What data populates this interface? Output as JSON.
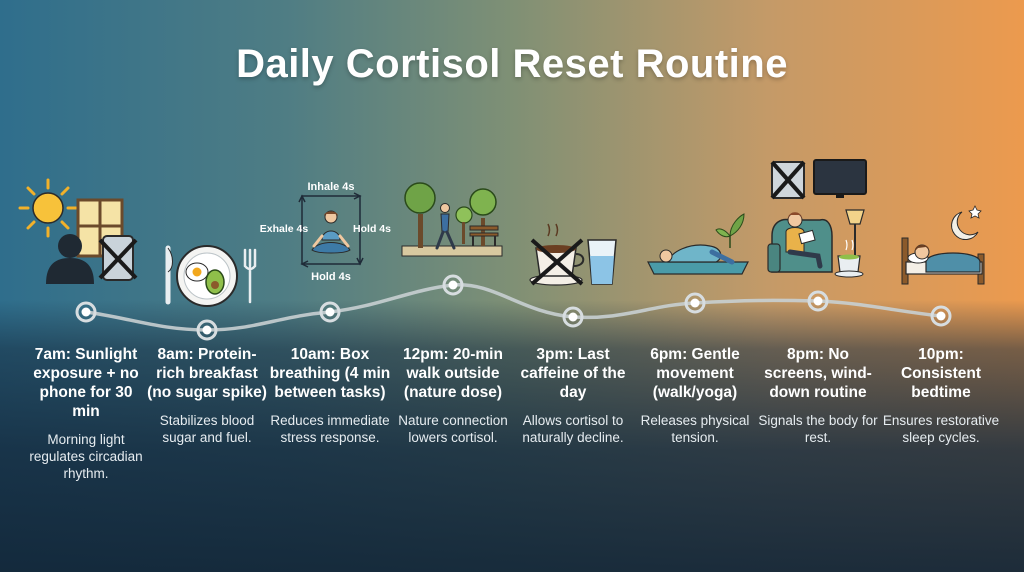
{
  "title": "Daily Cortisol Reset Routine",
  "colors": {
    "bg_left": "#2f6e8c",
    "bg_right": "#ec9a4e",
    "timeline": "#c8cfd2",
    "node_fill": "#ffffff"
  },
  "box_breathing_labels": {
    "inhale": "Inhale 4s",
    "hold_right": "Hold 4s",
    "hold_bottom": "Hold 4s",
    "exhale": "Exhale 4s"
  },
  "steps": [
    {
      "heading": "7am: Sunlight exposure + no phone for 30 min",
      "description": "Morning light regulates circadian rhythm.",
      "icon": "sun-window-no-phone-icon"
    },
    {
      "heading": "8am: Protein-rich breakfast (no sugar spike)",
      "description": "Stabilizes blood sugar and fuel.",
      "icon": "breakfast-plate-icon"
    },
    {
      "heading": "10am: Box breathing (4 min between tasks)",
      "description": "Reduces immediate stress response.",
      "icon": "box-breathing-meditation-icon"
    },
    {
      "heading": "12pm: 20-min walk outside (nature dose)",
      "description": "Nature connection lowers cortisol.",
      "icon": "park-walk-icon"
    },
    {
      "heading": "3pm: Last caffeine of the day",
      "description": "Allows cortisol to naturally decline.",
      "icon": "no-coffee-water-icon"
    },
    {
      "heading": "6pm: Gentle movement (walk/yoga)",
      "description": "Releases physical tension.",
      "icon": "yoga-pose-icon"
    },
    {
      "heading": "8pm: No screens, wind-down routine",
      "description": "Signals the body for rest.",
      "icon": "reading-no-tv-icon"
    },
    {
      "heading": "10pm: Consistent bedtime",
      "description": "Ensures restorative sleep cycles.",
      "icon": "bed-moon-icon"
    }
  ]
}
